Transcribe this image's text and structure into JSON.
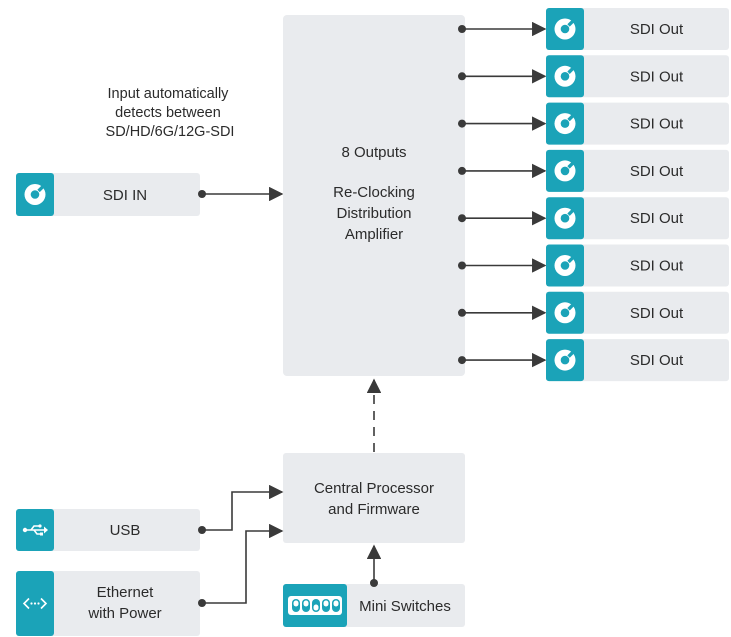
{
  "input_note": [
    "Input automatically",
    "detects between",
    "SD/HD/6G/12G-SDI"
  ],
  "sdi_in_label": "SDI IN",
  "amplifier": {
    "line1": "8 Outputs",
    "line2": "Re-Clocking",
    "line3": "Distribution",
    "line4": "Amplifier"
  },
  "outputs": [
    "SDI Out",
    "SDI Out",
    "SDI Out",
    "SDI Out",
    "SDI Out",
    "SDI Out",
    "SDI Out",
    "SDI Out"
  ],
  "processor": {
    "line1": "Central Processor",
    "line2": "and Firmware"
  },
  "usb_label": "USB",
  "ethernet": {
    "line1": "Ethernet",
    "line2": "with Power"
  },
  "mini_switches_label": "Mini Switches",
  "icons": {
    "sdi": "bnc-connector-icon",
    "usb": "usb-icon",
    "ethernet": "ethernet-icon",
    "switches": "dip-switch-icon"
  },
  "colors": {
    "accent": "#1ba3b8",
    "box": "#e9ebee",
    "line": "#3a3a3a"
  }
}
